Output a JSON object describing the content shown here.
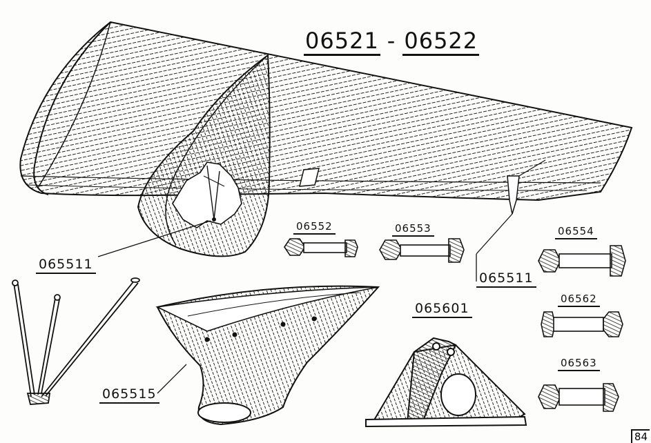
{
  "title": {
    "left": "06521",
    "sep": "-",
    "right": "06522"
  },
  "labels": {
    "l065511_left": "065511",
    "l065511_right": "065511",
    "l06552": "06552",
    "l06553": "06553",
    "l06554": "06554",
    "l065601": "065601",
    "l06562": "06562",
    "l06563": "06563",
    "l065515": "065515"
  },
  "page_number": "84"
}
